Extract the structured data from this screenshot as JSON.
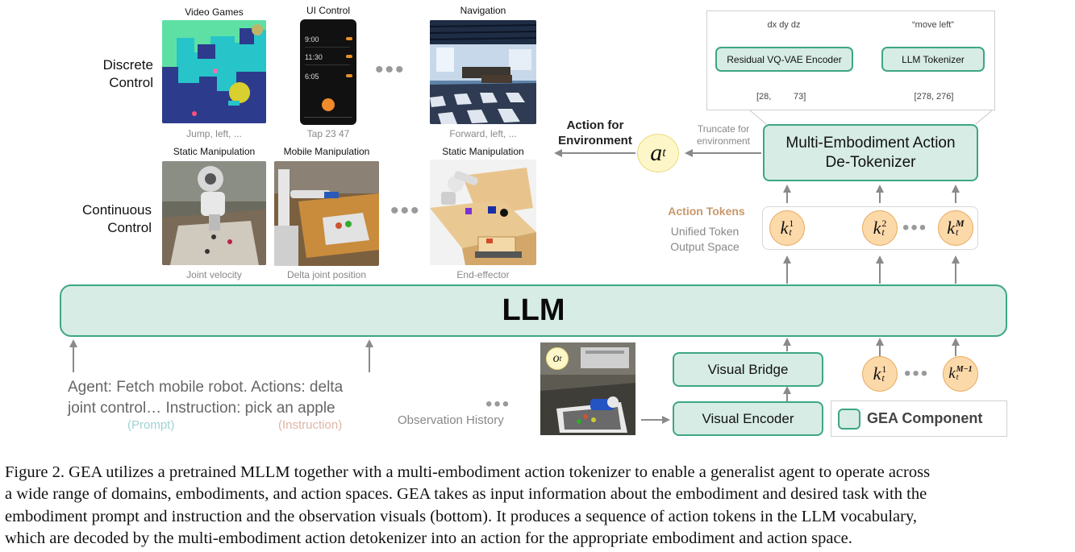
{
  "labels": {
    "discrete_control": [
      "Discrete",
      "Control"
    ],
    "continuous_control": [
      "Continuous",
      "Control"
    ]
  },
  "thumbnails": {
    "video_games": {
      "title": "Video Games",
      "caption": "Jump, left, ..."
    },
    "ui_control": {
      "title": "UI Control",
      "caption": "Tap 23 47",
      "times": [
        "9:00",
        "11:30",
        "6:05"
      ]
    },
    "navigation": {
      "title": "Navigation",
      "caption": "Forward, left, ..."
    },
    "static_manip_1": {
      "title": "Static Manipulation",
      "caption": "Joint velocity"
    },
    "mobile_manip": {
      "title": "Mobile Manipulation",
      "caption": "Delta joint position"
    },
    "static_manip_2": {
      "title": "Static Manipulation",
      "caption": "End-effector"
    }
  },
  "tokenizer_panel": {
    "input_continuous": "dx dy dz",
    "input_text": "“move left”",
    "encoder_label": "Residual VQ-VAE Encoder",
    "tokenizer_label": "LLM Tokenizer",
    "output_continuous_a": "[28,",
    "output_continuous_b": "73]",
    "output_text": "[278, 276]"
  },
  "detokenizer": {
    "line1": "Multi-Embodiment Action",
    "line2": "De-Tokenizer"
  },
  "truncate_label": [
    "Truncate for",
    "environment"
  ],
  "action_for_environment": [
    "Action for",
    "Environment"
  ],
  "action_symbol": {
    "base": "a",
    "sub": "t"
  },
  "action_tokens": {
    "title": "Action Tokens",
    "subtitle": [
      "Unified Token",
      "Output Space"
    ],
    "tokens": [
      {
        "base": "k",
        "sub": "t",
        "sup": "1"
      },
      {
        "base": "k",
        "sub": "t",
        "sup": "2"
      },
      {
        "base": "k",
        "sub": "t",
        "sup": "M"
      }
    ]
  },
  "llm_label": "LLM",
  "prompt": {
    "line1": "Agent: Fetch mobile robot. Actions: delta",
    "line2a": "joint control… Instruction: ",
    "line2b": "pick an apple",
    "prompt_tag": "(Prompt)",
    "instruction_tag": "(Instruction)"
  },
  "observation_history": "Observation History",
  "observation_symbol": {
    "base": "o",
    "sub": "t"
  },
  "visual_bridge": "Visual Bridge",
  "visual_encoder": "Visual Encoder",
  "input_tokens": [
    {
      "base": "k",
      "sub": "t",
      "sup": "1"
    },
    {
      "base": "k",
      "sub": "t",
      "sup": "M−1"
    }
  ],
  "legend": {
    "label": "GEA Component"
  },
  "caption": [
    "Figure 2. GEA utilizes a pretrained MLLM together with a multi-embodiment action tokenizer to enable a generalist agent to operate across",
    "a wide range of domains, embodiments, and action spaces. GEA takes as input information about the embodiment and desired task with the",
    "embodiment prompt and instruction and the observation visuals (bottom). It produces a sequence of action tokens in the LLM vocabulary,",
    "which are decoded by the multi-embodiment action detokenizer into an action for the appropriate embodiment and action space."
  ],
  "colors": {
    "teal_fill": "#d6ece4",
    "teal_border": "#3ea685",
    "token_fill": "#fcd9a9",
    "token_border": "#e8a85e",
    "action_tokens_title": "#c9976a",
    "prompt_tag": "#9fd3d3",
    "instruction_tag": "#e0b4a8",
    "arrow": "#8a8a8a"
  }
}
